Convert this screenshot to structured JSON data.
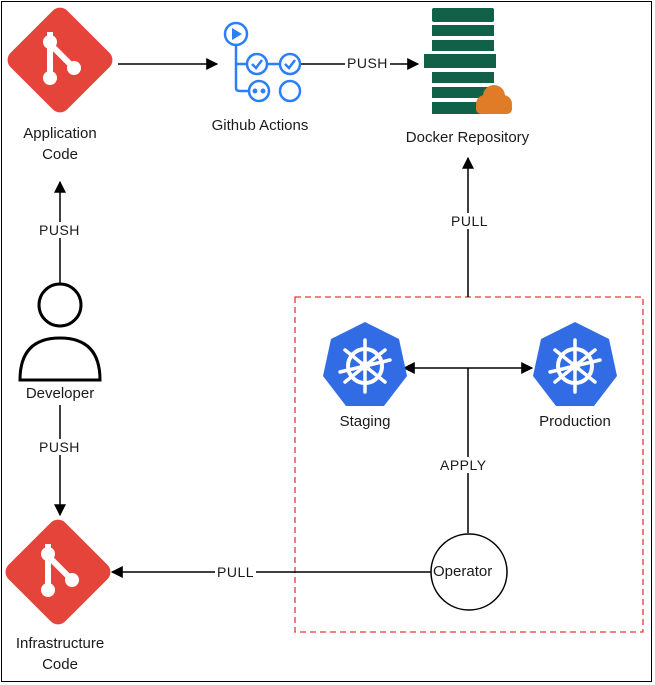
{
  "nodes": {
    "application_code": "Application\nCode",
    "github_actions": "Github Actions",
    "docker_repository": "Docker Repository",
    "developer": "Developer",
    "staging": "Staging",
    "production": "Production",
    "operator": "Operator",
    "infrastructure_code": "Infrastructure\nCode"
  },
  "edges": {
    "github_to_docker": "PUSH",
    "developer_to_app": "PUSH",
    "developer_to_infra": "PUSH",
    "cluster_to_docker": "PULL",
    "operator_apply": "APPLY",
    "operator_to_infra": "PULL"
  },
  "colors": {
    "git": "#e5443b",
    "github_actions": "#2d7ff9",
    "docker": "#116149",
    "cloud": "#e07b28",
    "kubernetes": "#326ce5",
    "cluster_border": "#e53935"
  },
  "icons": [
    "git-icon",
    "github-actions-icon",
    "docker-repository-icon",
    "person-icon",
    "kubernetes-icon"
  ]
}
